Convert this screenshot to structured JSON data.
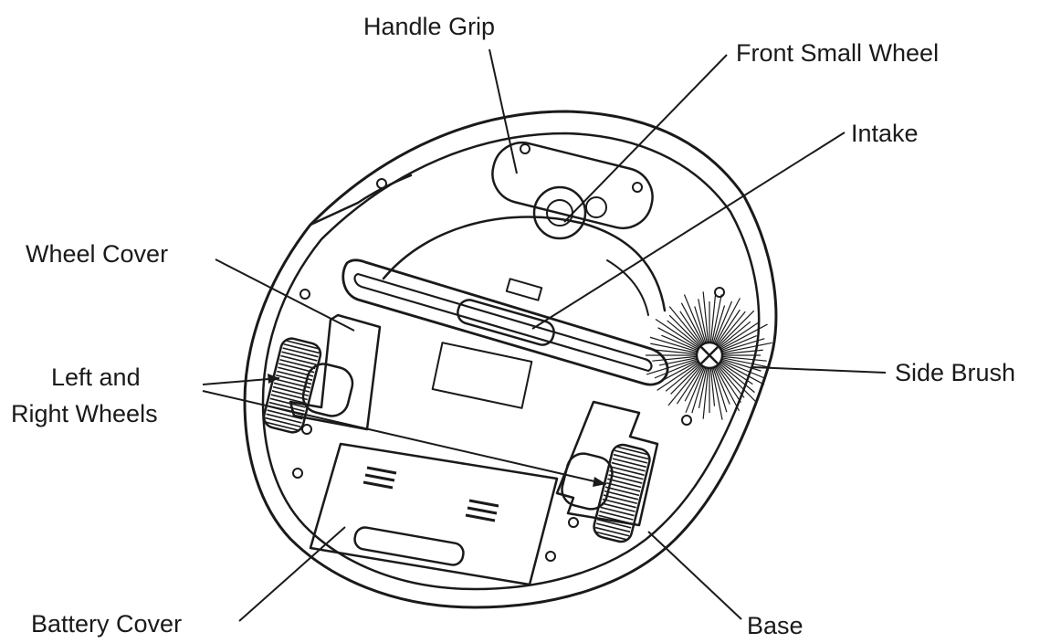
{
  "labels": {
    "handle_grip": "Handle Grip",
    "front_small_wheel": "Front Small Wheel",
    "intake": "Intake",
    "wheel_cover": "Wheel Cover",
    "left_right_wheels_line1": "Left and",
    "left_right_wheels_line2": "Right Wheels",
    "side_brush": "Side Brush",
    "battery_cover": "Battery Cover",
    "base": "Base"
  },
  "colors": {
    "ink": "#1a1a1a",
    "background": "#ffffff"
  }
}
